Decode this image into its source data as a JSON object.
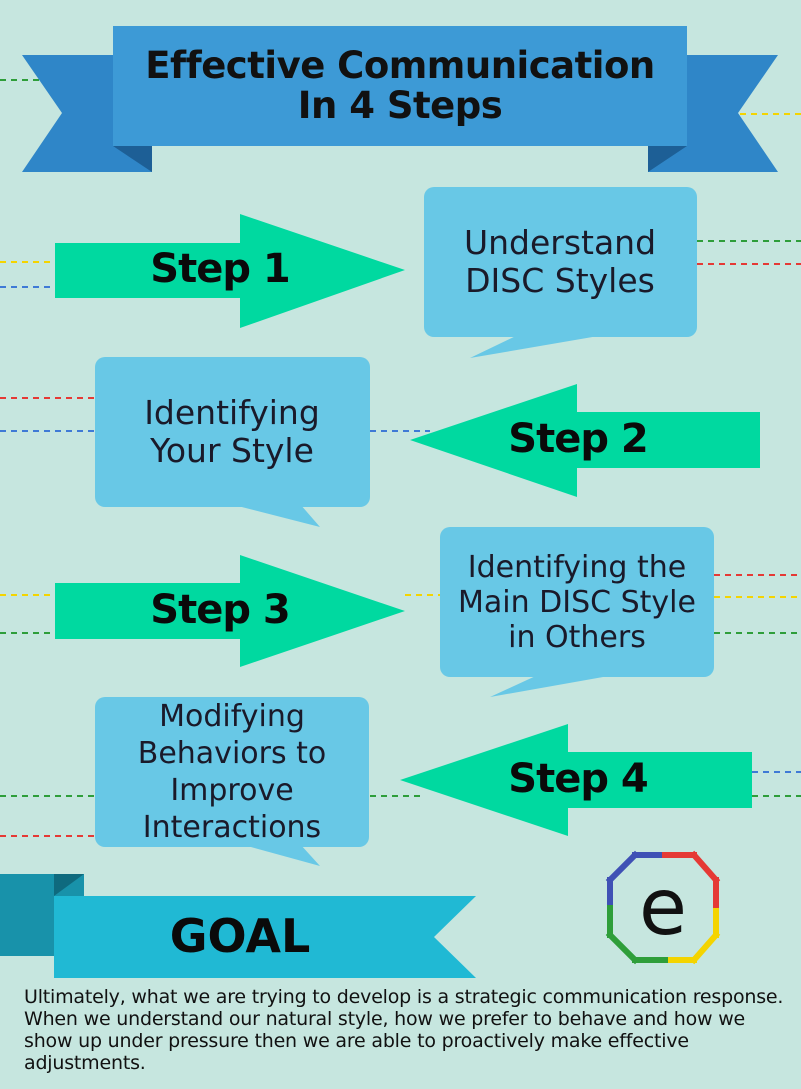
{
  "title": {
    "line1": "Effective Communication",
    "line2": "In 4 Steps"
  },
  "steps": [
    {
      "label": "Step 1",
      "text": "Understand DISC Styles"
    },
    {
      "label": "Step 2",
      "text": "Identifying Your Style"
    },
    {
      "label": "Step 3",
      "text": "Identifying the Main DISC Style in Others"
    },
    {
      "label": "Step 4",
      "text": "Modifying Behaviors to Improve Interactions"
    }
  ],
  "goal": {
    "label": "GOAL",
    "description": "Ultimately, what we are trying to develop is a strategic communication response. When we understand our natural style, how we prefer to behave and how we show up under pressure then we are able to proactively make effective adjustments."
  },
  "logo": {
    "letter": "e"
  },
  "colors": {
    "background": "#c6e6df",
    "title_banner": "#3d9ad6",
    "banner_dark": "#2b7ec0",
    "arrow": "#00d9a0",
    "bubble": "#68c8e6",
    "goal_banner": "#20b9d4",
    "goal_dark": "#1892aa",
    "logo_red": "#e53935",
    "logo_yellow": "#f4d400",
    "logo_green": "#2e9e3a",
    "logo_blue": "#3f51b5"
  }
}
